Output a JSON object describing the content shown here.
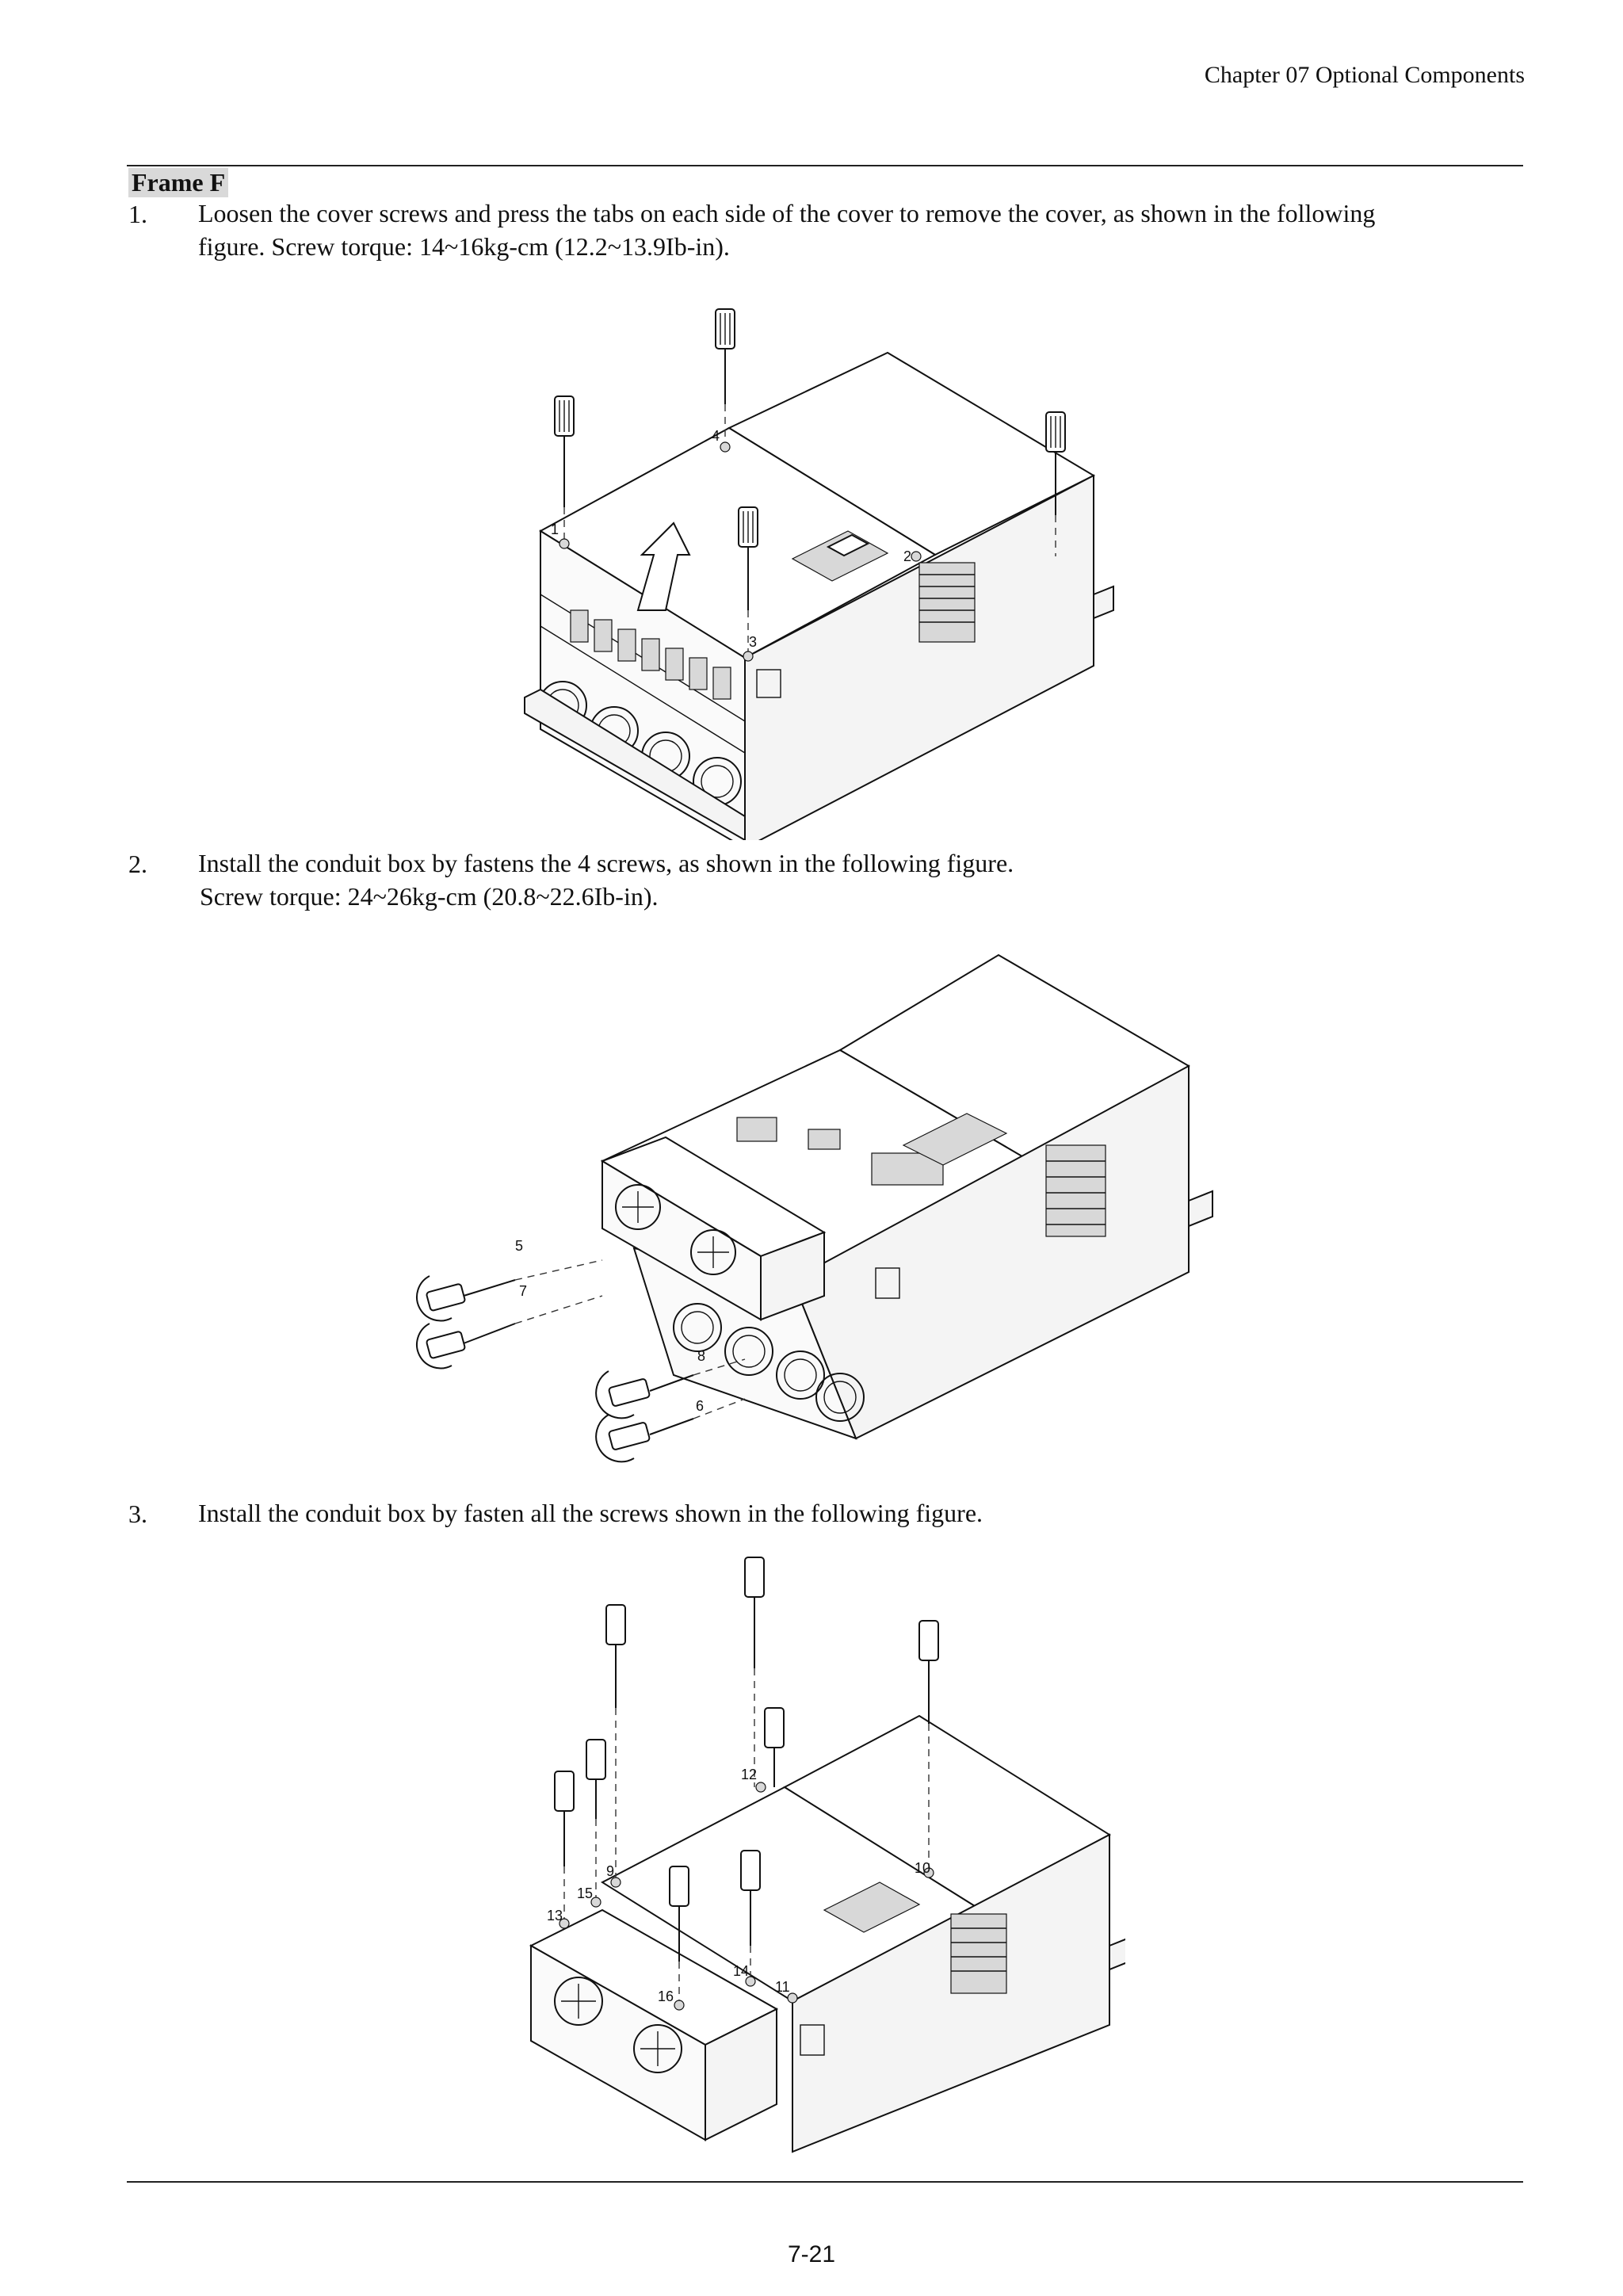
{
  "header": {
    "chapter": "Chapter 07 Optional Components"
  },
  "section": {
    "title": "Frame F"
  },
  "steps": [
    {
      "number": "1.",
      "line1": "Loosen the cover screws and press the tabs on each side of the cover to remove the cover, as shown in the following",
      "line2": "figure. Screw torque: 14~16kg-cm (12.2~13.9Ib-in)."
    },
    {
      "number": "2.",
      "line1": "Install the conduit box by fastens the 4 screws, as shown in the following figure.",
      "line2": "Screw torque: 24~26kg-cm (20.8~22.6Ib-in)."
    },
    {
      "number": "3.",
      "line1": "Install the conduit box by fasten all the screws shown in the following figure."
    }
  ],
  "figures": {
    "fig1": {
      "callouts": [
        "1",
        "2",
        "3",
        "4"
      ]
    },
    "fig2": {
      "callouts": [
        "5",
        "6",
        "7",
        "8"
      ]
    },
    "fig3": {
      "callouts": [
        "9",
        "10",
        "11",
        "12",
        "13",
        "14",
        "15",
        "16"
      ]
    }
  },
  "footer": {
    "page_number": "7-21"
  }
}
